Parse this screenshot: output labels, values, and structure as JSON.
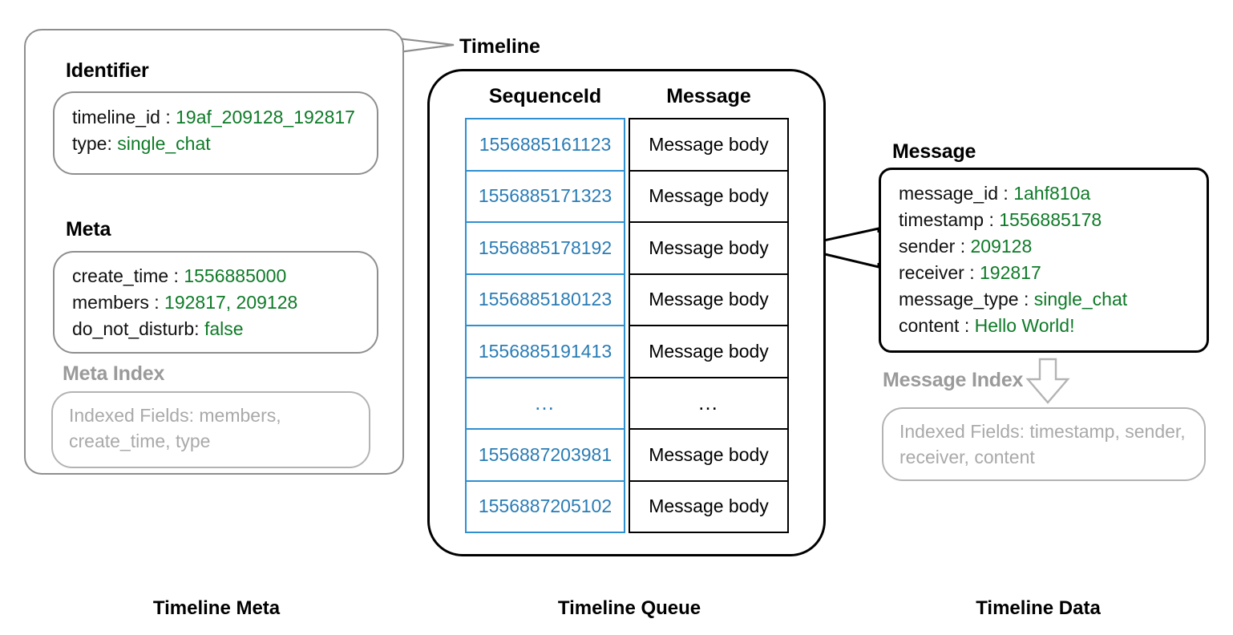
{
  "diagram": {
    "callout_label": "Timeline",
    "captions": {
      "left": "Timeline Meta",
      "center": "Timeline Queue",
      "right": "Timeline Data"
    }
  },
  "timeline_meta": {
    "identifier": {
      "title": "Identifier",
      "fields": [
        {
          "key": "timeline_id :",
          "value": "19af_209128_192817"
        },
        {
          "key": "type:",
          "value": "single_chat"
        }
      ]
    },
    "meta": {
      "title": "Meta",
      "fields": [
        {
          "key": "create_time :",
          "value": "1556885000"
        },
        {
          "key": "members :",
          "value": "192817, 209128"
        },
        {
          "key": "do_not_disturb:",
          "value": "false"
        }
      ]
    },
    "meta_index": {
      "title": "Meta Index",
      "text": "Indexed Fields: members, create_time, type"
    }
  },
  "timeline_queue": {
    "columns": [
      "SequenceId",
      "Message"
    ],
    "rows": [
      {
        "sequence_id": "1556885161123",
        "message": "Message body"
      },
      {
        "sequence_id": "1556885171323",
        "message": "Message body"
      },
      {
        "sequence_id": "1556885178192",
        "message": "Message body"
      },
      {
        "sequence_id": "1556885180123",
        "message": "Message body"
      },
      {
        "sequence_id": "1556885191413",
        "message": "Message body"
      },
      {
        "sequence_id": "…",
        "message": "…"
      },
      {
        "sequence_id": "1556887203981",
        "message": "Message body"
      },
      {
        "sequence_id": "1556887205102",
        "message": "Message body"
      }
    ]
  },
  "timeline_data": {
    "message": {
      "title": "Message",
      "fields": [
        {
          "key": "message_id :",
          "value": "1ahf810a"
        },
        {
          "key": "timestamp :",
          "value": "1556885178"
        },
        {
          "key": "sender :",
          "value": "209128"
        },
        {
          "key": "receiver :",
          "value": "192817"
        },
        {
          "key": "message_type :",
          "value": "single_chat"
        },
        {
          "key": "content :",
          "value": "Hello World!"
        }
      ]
    },
    "message_index": {
      "title": "Message Index",
      "text": "Indexed Fields: timestamp, sender, receiver, content"
    }
  },
  "colors": {
    "value_green": "#0e7a27",
    "sequence_blue": "#2a7cb5",
    "cell_blue_border": "#2f8fd0",
    "gray_border": "#8e8e8e",
    "light_gray": "#b3b3b3",
    "muted_text": "#a9a9a9",
    "black": "#000000"
  }
}
